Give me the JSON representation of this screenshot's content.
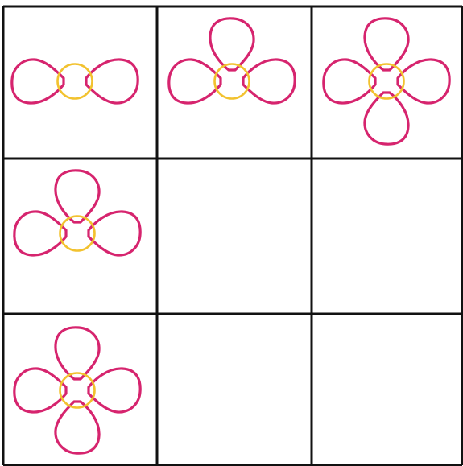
{
  "colors": {
    "background": "#ffffff",
    "grid_line": "#111111",
    "petal": "#d6246e",
    "center": "#f2c22f"
  },
  "grid": {
    "rows": 3,
    "cols": 3,
    "cells": [
      {
        "row": 0,
        "col": 0,
        "flower": {
          "petals": [
            "left",
            "right"
          ]
        }
      },
      {
        "row": 0,
        "col": 1,
        "flower": {
          "petals": [
            "left",
            "right",
            "top"
          ]
        }
      },
      {
        "row": 0,
        "col": 2,
        "flower": {
          "petals": [
            "left",
            "right",
            "top",
            "bottom"
          ]
        }
      },
      {
        "row": 1,
        "col": 0,
        "flower": {
          "petals": [
            "left",
            "right",
            "top"
          ]
        }
      },
      {
        "row": 1,
        "col": 1,
        "flower": null
      },
      {
        "row": 1,
        "col": 2,
        "flower": null
      },
      {
        "row": 2,
        "col": 0,
        "flower": {
          "petals": [
            "left",
            "right",
            "top",
            "bottom"
          ]
        }
      },
      {
        "row": 2,
        "col": 1,
        "flower": null
      },
      {
        "row": 2,
        "col": 2,
        "flower": null
      }
    ]
  }
}
